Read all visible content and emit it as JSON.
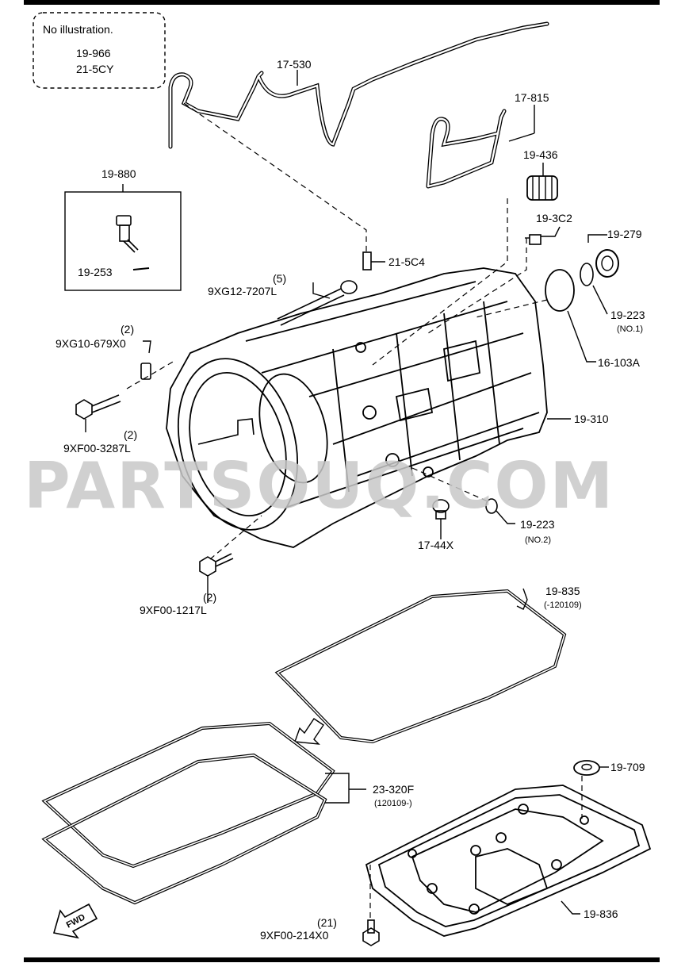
{
  "note": {
    "title": "No illustration.",
    "items": [
      "19-966",
      "21-5CY"
    ]
  },
  "watermark": "PARTSOUQ.COM",
  "labels": {
    "p17_530": "17-530",
    "p17_815": "17-815",
    "p19_880": "19-880",
    "p19_253": "19-253",
    "p19_436": "19-436",
    "p19_3c2": "19-3C2",
    "p19_279": "19-279",
    "p21_5c4": "21-5C4",
    "p9xg12_qty": "(5)",
    "p9xg12": "9XG12-7207L",
    "p19_223a": "19-223",
    "p19_223a_sub": "(NO.1)",
    "p9xg10_qty": "(2)",
    "p9xg10": "9XG10-679X0",
    "p16_103a": "16-103A",
    "p19_310": "19-310",
    "p9xf00_3287_qty": "(2)",
    "p9xf00_3287": "9XF00-3287L",
    "p19_223b": "19-223",
    "p19_223b_sub": "(NO.2)",
    "p17_44x": "17-44X",
    "p9xf00_1217_qty": "(2)",
    "p9xf00_1217": "9XF00-1217L",
    "p19_835": "19-835",
    "p19_835_sub": "(-120109)",
    "p23_320f": "23-320F",
    "p23_320f_sub": "(120109-)",
    "p19_709": "19-709",
    "p19_836": "19-836",
    "p9xf00_214_qty": "(21)",
    "p9xf00_214": "9XF00-214X0",
    "fwd": "FWD"
  }
}
